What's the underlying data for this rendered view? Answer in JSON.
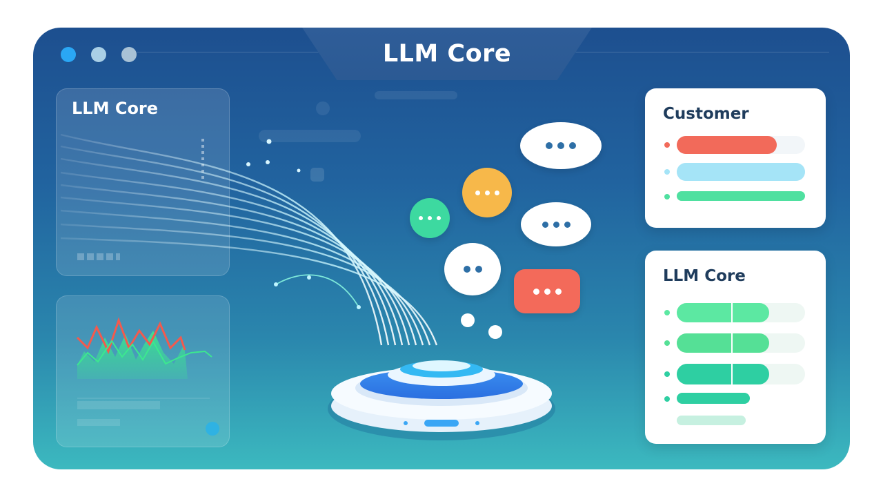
{
  "window": {
    "title": "LLM Core",
    "traffic_lights": [
      "#2aa7f5",
      "#a9cfe6",
      "#a9c2d6"
    ]
  },
  "left_panel_top": {
    "title": "LLM Core"
  },
  "customer_card": {
    "title": "Customer",
    "bars": [
      {
        "color": "#f26a5a",
        "fill": 0.78
      },
      {
        "color": "#a5e4f7",
        "fill": 1.0
      },
      {
        "color": "#4fe0a0",
        "fill": 1.0
      }
    ]
  },
  "core_card": {
    "title": "LLM Core",
    "bars": [
      {
        "color": "#5ce8a2",
        "fill": 0.72
      },
      {
        "color": "#55e096",
        "fill": 0.72
      },
      {
        "color": "#2ecfa2",
        "fill": 0.72
      },
      {
        "color": "#2ecfa2",
        "fill": 0.57
      },
      {
        "color": "#c6f0e0",
        "fill": 0.54
      }
    ]
  },
  "colors": {
    "accent_yellow": "#f7b84a",
    "accent_green": "#3dd9a0",
    "accent_red": "#f36a5a",
    "chat_dots": "#2e6fa6"
  },
  "icons": [
    "chat-bubble-icon",
    "hub-device-icon"
  ]
}
